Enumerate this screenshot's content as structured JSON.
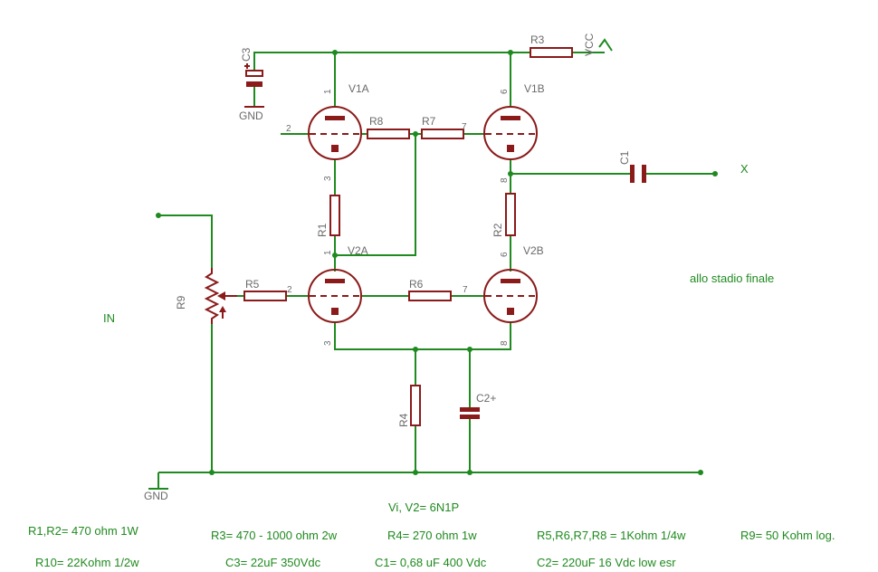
{
  "labels": {
    "r1": "R1",
    "r2": "R2",
    "r3": "R3",
    "r4": "R4",
    "r5": "R5",
    "r6": "R6",
    "r7": "R7",
    "r8": "R8",
    "r9": "R9",
    "c1": "C1",
    "c2": "C2+",
    "c3": "C3",
    "v1a": "V1A",
    "v1b": "V1B",
    "v2a": "V2A",
    "v2b": "V2B",
    "vcc": "VCC",
    "gnd_top": "GND",
    "gnd_bottom": "GND"
  },
  "pins": {
    "v1a_anode": "1",
    "v1a_grid": "2",
    "v1a_cathode": "3",
    "v1b_anode": "6",
    "v1b_grid": "7",
    "v1b_cathode": "8",
    "v2a_anode": "1",
    "v2a_grid": "2",
    "v2a_cathode": "3",
    "v2b_anode": "6",
    "v2b_grid": "7",
    "v2b_cathode": "8"
  },
  "annotations": {
    "in": "IN",
    "out": "X",
    "dest": "allo stadio finale"
  },
  "notes": {
    "tubes": "Vi, V2= 6N1P",
    "r1r2": "R1,R2=  470 ohm 1W",
    "r3": "R3= 470 - 1000 ohm 2w",
    "r4": "R4= 270 ohm 1w",
    "r5_8": "R5,R6,R7,R8 = 1Kohm 1/4w",
    "r9": "R9= 50 Kohm log.",
    "r10": "R10= 22Kohm 1/2w",
    "c3": "C3= 22uF 350Vdc",
    "c1": "C1= 0,68 uF 400 Vdc",
    "c2": "C2= 220uF 16 Vdc low esr"
  },
  "colors": {
    "wire": "#1f8a1f",
    "component": "#8b1a1a",
    "label": "#6a6a6a",
    "note": "#1f8a1f"
  }
}
